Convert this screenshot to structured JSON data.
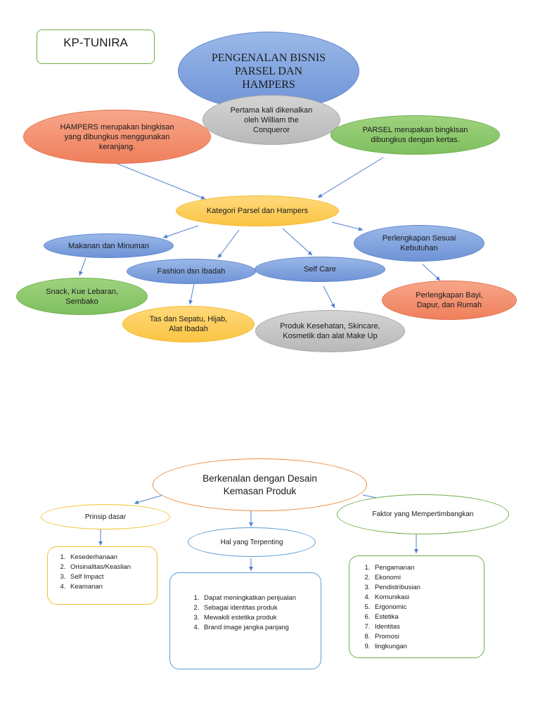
{
  "top": {
    "badge": "KP-TUNIRA",
    "title": "PENGENALAN BISNIS PARSEL DAN HAMPERS",
    "intro": "Pertama kali dikenalkan oleh William the Conqueror",
    "hampers": "HAMPERS merupakan bingkisan yang dibungkus menggunakan keranjang.",
    "parsel": "PARSEL  merupakan bingkisan dibungkus dengan kertas.",
    "kategori": "Kategori Parsel dan Hampers",
    "makanan": "Makanan dan Minuman",
    "fashion": "Fashion dsn Ibadah",
    "selfcare": "Self Care",
    "perlengkapan": "Perlengkapan Sesuai Kebutuhan",
    "snack": "Snack, Kue Lebaran, Sembako",
    "tas": "Tas dan Sepatu, Hijab, Alat Ibadah",
    "produk": "Produk Kesehatan, Skincare, Kosmetik dan alat Make Up",
    "bayi": "Perlengkapan Bayi, Dapur, dan Rumah"
  },
  "bottom": {
    "title": "Berkenalan dengan Desain Kemasan Produk",
    "prinsip": {
      "label": "Prinsip dasar",
      "items": [
        "Kesederhanaan",
        "Orisinalitas/Keaslian",
        "Self Impact",
        "Keamanan"
      ]
    },
    "hal": {
      "label": "Hal yang Terpenting",
      "items": [
        "Dapat meningkatkan penjualan",
        "Sebagai identitas produk",
        "Mewakili estetika produk",
        "Brand image jangka panjang"
      ]
    },
    "faktor": {
      "label": "Faktor yang Mempertimbangkan",
      "items": [
        "Pengamanan",
        "Ekonomi",
        "Pendistribusian",
        "Komunikasi",
        "Ergonomic",
        "Estetika",
        "Identitas",
        "Promosi",
        "lingkungan"
      ]
    }
  },
  "colors": {
    "blue": "#7ea2dd",
    "gray": "#c6c6c6",
    "salmon": "#f3916f",
    "green": "#8cc86c",
    "yellow": "#fcd05f",
    "orange_outline": "#ef8b3c",
    "yellow_outline": "#f2c12e",
    "blue_outline": "#5b9bd5",
    "green_outline": "#70ad47",
    "arrow": "#4f7fd0"
  }
}
